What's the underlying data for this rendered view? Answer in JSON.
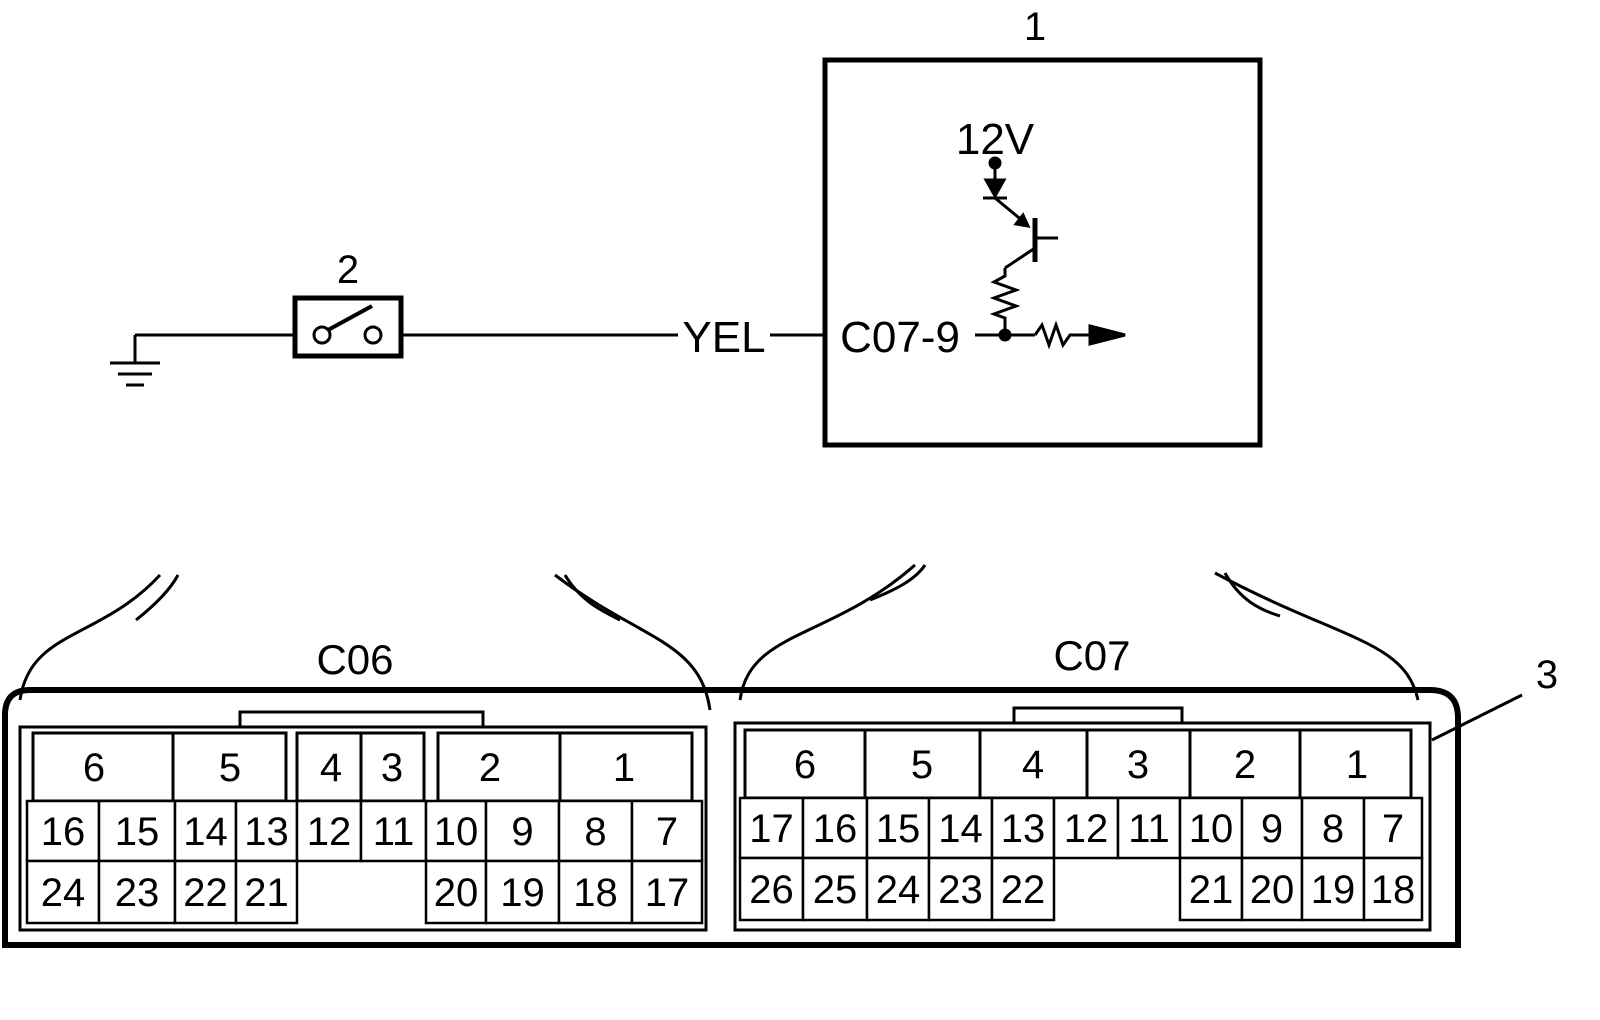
{
  "labels": {
    "module_callout": "1",
    "switch_callout": "2",
    "housing_callout": "3",
    "wire_color": "YEL",
    "module_pin": "C07-9",
    "supply": "12V",
    "connector_left": "C06",
    "connector_right": "C07"
  },
  "c06": {
    "cavities": [
      "6",
      "5",
      "4",
      "3",
      "2",
      "1"
    ],
    "row1": [
      "16",
      "15",
      "14",
      "13",
      "12",
      "11",
      "10",
      "9",
      "8",
      "7"
    ],
    "row2_left": [
      "24",
      "23",
      "22",
      "21"
    ],
    "row2_right": [
      "20",
      "19",
      "18",
      "17"
    ]
  },
  "c07": {
    "cavities": [
      "6",
      "5",
      "4",
      "3",
      "2",
      "1"
    ],
    "row1": [
      "17",
      "16",
      "15",
      "14",
      "13",
      "12",
      "11",
      "10",
      "9",
      "8",
      "7"
    ],
    "row2_left": [
      "26",
      "25",
      "24",
      "23",
      "22"
    ],
    "row2_right": [
      "21",
      "20",
      "19",
      "18"
    ]
  }
}
